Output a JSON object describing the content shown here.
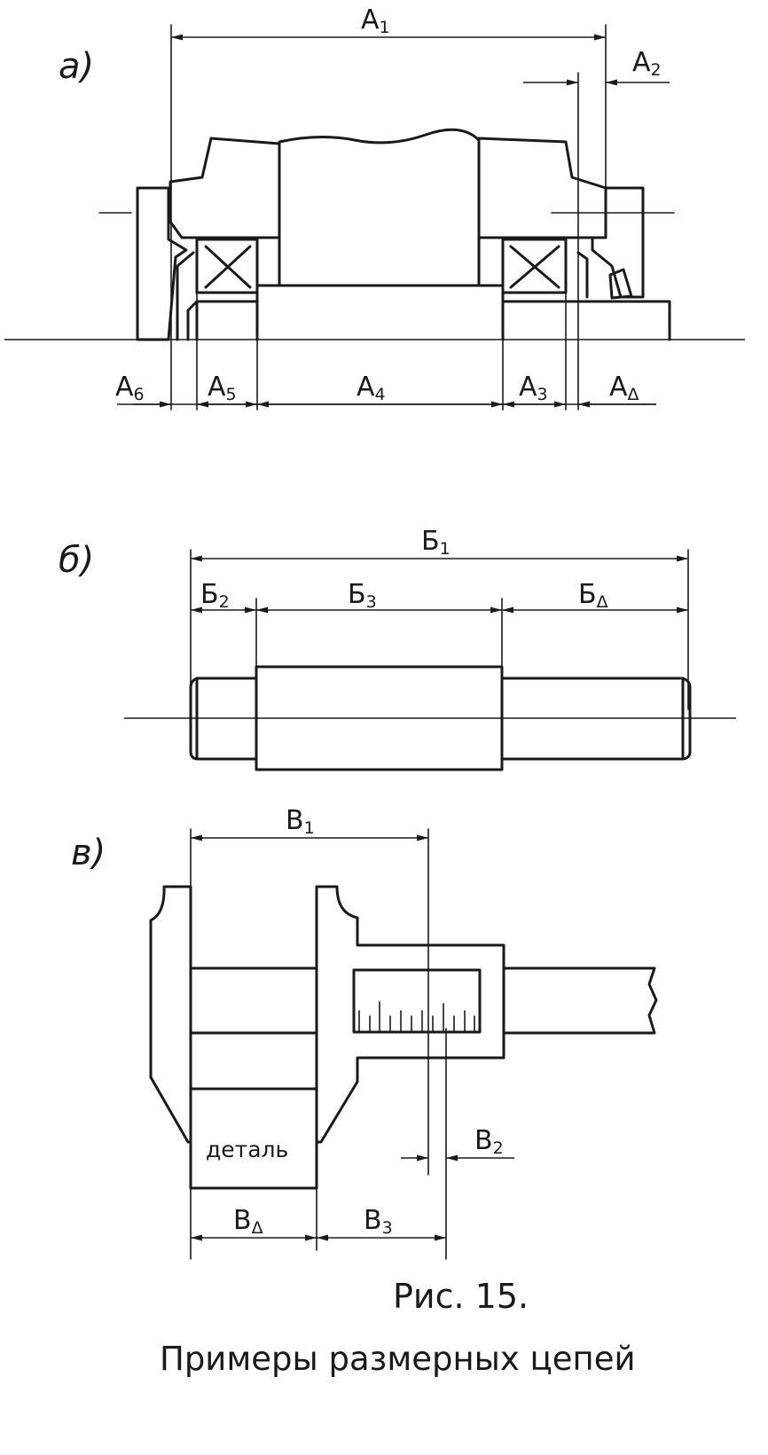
{
  "panels": [
    {
      "tag": "a)",
      "dims": [
        {
          "main": "A",
          "sub": "1"
        },
        {
          "main": "A",
          "sub": "2"
        },
        {
          "main": "A",
          "sub": "6"
        },
        {
          "main": "A",
          "sub": "5"
        },
        {
          "main": "A",
          "sub": "4"
        },
        {
          "main": "A",
          "sub": "3"
        },
        {
          "main": "A",
          "sub": "Δ"
        }
      ]
    },
    {
      "tag": "б)",
      "dims": [
        {
          "main": "Б",
          "sub": "1"
        },
        {
          "main": "Б",
          "sub": "2"
        },
        {
          "main": "Б",
          "sub": "3"
        },
        {
          "main": "Б",
          "sub": "Δ"
        }
      ]
    },
    {
      "tag": "в)",
      "dims": [
        {
          "main": "В",
          "sub": "1"
        },
        {
          "main": "В",
          "sub": "2"
        },
        {
          "main": "В",
          "sub": "Δ"
        },
        {
          "main": "В",
          "sub": "3"
        }
      ],
      "part_label": "деталь"
    }
  ],
  "caption": {
    "figure": "Рис. 15.",
    "title": "Примеры размерных цепей"
  }
}
